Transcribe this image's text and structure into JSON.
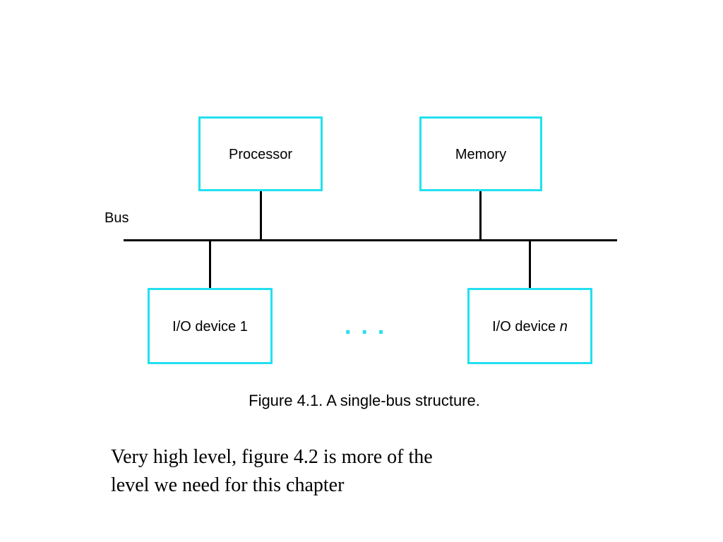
{
  "diagram": {
    "accent_color": "#22e0f0",
    "line_color": "#000000",
    "bus_label": "Bus",
    "nodes": {
      "processor": "Processor",
      "memory": "Memory",
      "io_device_1": "I/O device 1",
      "io_device_n_prefix": "I/O device ",
      "io_device_n_suffix": "n"
    },
    "ellipsis": "...",
    "caption": "Figure 4.1.  A single-bus structure."
  },
  "note": {
    "line1": "Very high level, figure 4.2 is more of the",
    "line2": "level we need for this chapter"
  }
}
